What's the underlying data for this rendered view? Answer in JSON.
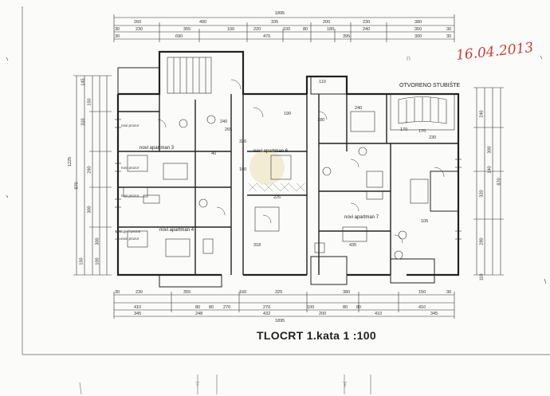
{
  "title": "TLOCRT 1.kata   1 :100",
  "handwritten_date": "16.04.2013",
  "stair_label": "OTVORENO STUBIŠTE",
  "apartments": [
    {
      "id": "3",
      "label": "novi apartman 3"
    },
    {
      "id": "4",
      "label": "novi apartman 4"
    },
    {
      "id": "6",
      "label": "novi apartman 6"
    },
    {
      "id": "7",
      "label": "novi apartman 7"
    }
  ],
  "room_labels": {
    "r1": "novi prozor",
    "r2": "novi prozor",
    "r3": "novi prozor",
    "r4": "postojeći prozor",
    "r5": "novi prozor"
  },
  "dimensions": {
    "top_total": "1895",
    "top_row1": [
      "260",
      "490",
      "335",
      "200",
      "230",
      "380"
    ],
    "top_row2": [
      "30",
      "230",
      "355",
      "100",
      "220",
      "100",
      "80",
      "180",
      "240",
      "350",
      "30"
    ],
    "top_row3": [
      "30",
      "690",
      "470",
      "395",
      "300",
      "30"
    ],
    "bottom_row1": [
      "30",
      "230",
      "355",
      "160",
      "325",
      "380",
      "150",
      "30"
    ],
    "bottom_row2": [
      "410",
      "80",
      "80",
      "270",
      "270",
      "100",
      "80",
      "80",
      "410"
    ],
    "bottom_row3": [
      "345",
      "248",
      "432",
      "200",
      "410",
      "345"
    ],
    "bottom_total": "1895",
    "left_total": "1225",
    "left_side": [
      "870",
      "310",
      "145",
      "150",
      "280",
      "300",
      "300",
      "100",
      "150"
    ],
    "right_side": [
      "870",
      "240",
      "320",
      "280",
      "300",
      "140",
      "110"
    ],
    "interior": [
      "240",
      "190",
      "320",
      "170",
      "225",
      "105",
      "100",
      "40",
      "265",
      "318",
      "435",
      "180",
      "240",
      "230",
      "110",
      "170"
    ]
  },
  "scribbles": [
    "n",
    "Ŧ",
    "Ŧ"
  ]
}
